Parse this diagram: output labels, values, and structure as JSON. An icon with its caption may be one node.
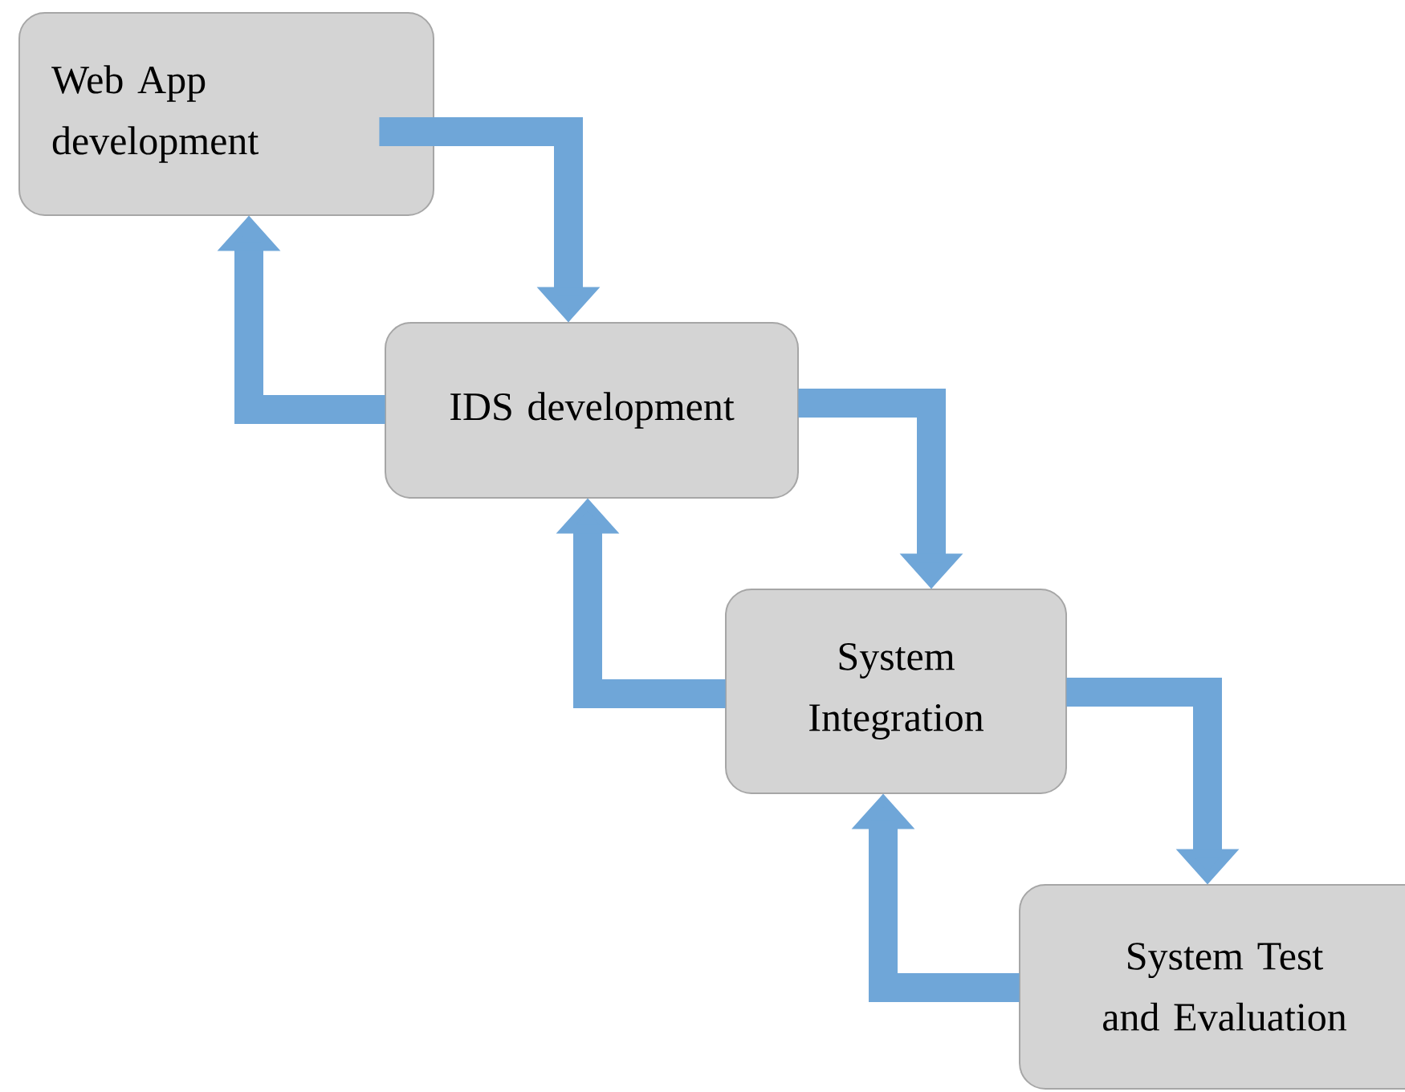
{
  "diagram": {
    "nodes": [
      {
        "text": [
          "Web App development"
        ]
      },
      {
        "text": [
          "IDS development"
        ]
      },
      {
        "text": [
          "System Integration"
        ]
      },
      {
        "text": [
          "System Test and Evaluation"
        ]
      }
    ],
    "edges": [
      {
        "from": 0,
        "to": 1,
        "arrow": "to"
      },
      {
        "from": 1,
        "to": 0,
        "arrow": "to"
      },
      {
        "from": 1,
        "to": 2,
        "arrow": "to"
      },
      {
        "from": 2,
        "to": 1,
        "arrow": "to"
      },
      {
        "from": 2,
        "to": 3,
        "arrow": "to"
      },
      {
        "from": 3,
        "to": 2,
        "arrow": "to"
      }
    ]
  }
}
